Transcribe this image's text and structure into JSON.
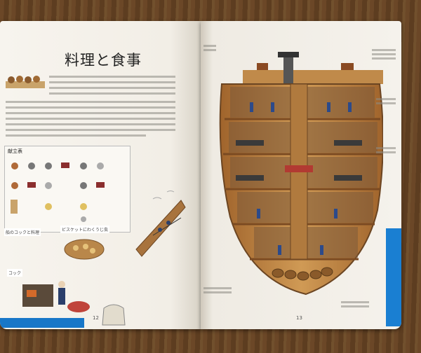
{
  "left_page": {
    "title": "料理と食事",
    "page_number": "12",
    "headings": [
      "献立表",
      "船のコックと料理",
      "ビスケットにわくうじ虫",
      "コック"
    ]
  },
  "right_page": {
    "page_number": "13"
  },
  "colors": {
    "accent": "#1877c8",
    "paper": "#f4f1ea",
    "wood": "#b87a3e"
  }
}
